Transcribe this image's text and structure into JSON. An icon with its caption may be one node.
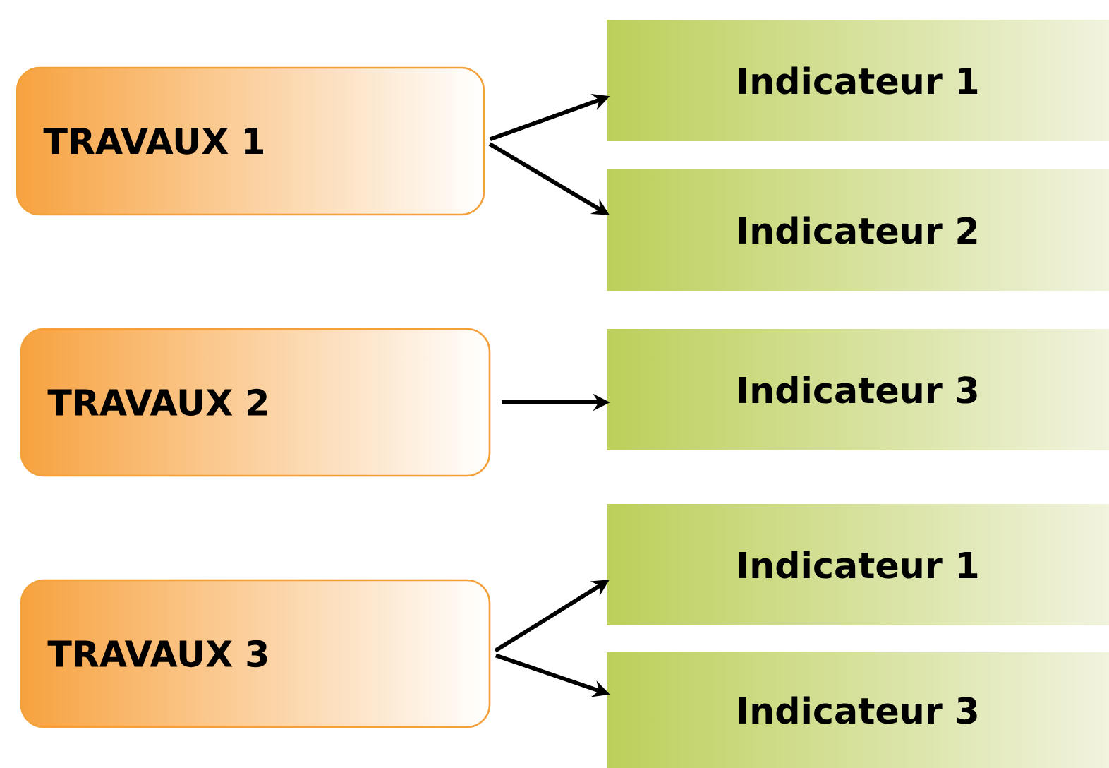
{
  "diagram": {
    "nodes": [
      {
        "text": [
          "TRAVAUX 1"
        ]
      },
      {
        "text": [
          "Indicateur 1"
        ]
      },
      {
        "text": [
          "Indicateur 2"
        ]
      },
      {
        "text": [
          "TRAVAUX 2"
        ]
      },
      {
        "text": [
          "Indicateur 3"
        ]
      },
      {
        "text": [
          "TRAVAUX 3"
        ]
      },
      {
        "text": [
          "Indicateur 1"
        ]
      },
      {
        "text": [
          "Indicateur 3"
        ]
      }
    ],
    "edges": [
      {
        "from": 0,
        "to": 1,
        "arrow": "to"
      },
      {
        "from": 0,
        "to": 2,
        "arrow": "to"
      },
      {
        "from": 3,
        "to": 4,
        "arrow": "to"
      },
      {
        "from": 5,
        "to": 6,
        "arrow": "to"
      },
      {
        "from": 5,
        "to": 7,
        "arrow": "to"
      }
    ]
  }
}
